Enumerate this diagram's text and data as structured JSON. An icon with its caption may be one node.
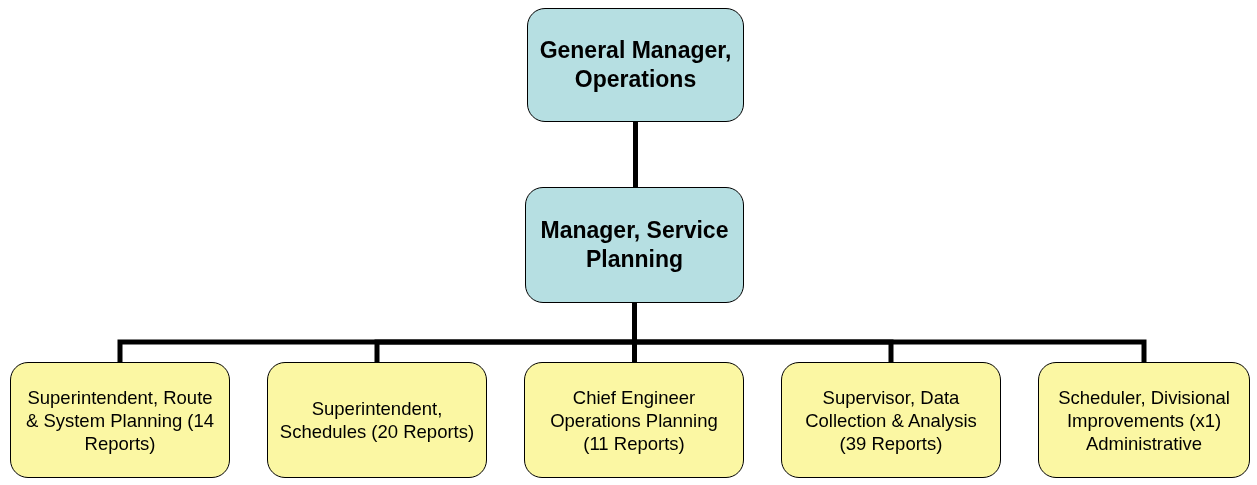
{
  "diagram": {
    "nodes": [
      {
        "text": [
          "General Manager, Operations"
        ]
      },
      {
        "text": [
          "Manager, Service Planning"
        ]
      },
      {
        "text": [
          "Superintendent, Route & System Planning (14 Reports)"
        ]
      },
      {
        "text": [
          "Superintendent, Schedules (20 Reports)"
        ]
      },
      {
        "text": [
          "Chief Engineer Operations Planning (11 Reports)"
        ]
      },
      {
        "text": [
          "Supervisor, Data Collection & Analysis (39 Reports)"
        ]
      },
      {
        "text": [
          "Scheduler, Divisional Improvements (x1) Administrative"
        ]
      }
    ],
    "edges": [
      {
        "from": 0,
        "to": 1,
        "arrow": "none"
      },
      {
        "from": 1,
        "to": 2,
        "arrow": "none"
      },
      {
        "from": 1,
        "to": 3,
        "arrow": "none"
      },
      {
        "from": 1,
        "to": 4,
        "arrow": "none"
      },
      {
        "from": 1,
        "to": 5,
        "arrow": "none"
      },
      {
        "from": 1,
        "to": 6,
        "arrow": "none"
      }
    ]
  }
}
